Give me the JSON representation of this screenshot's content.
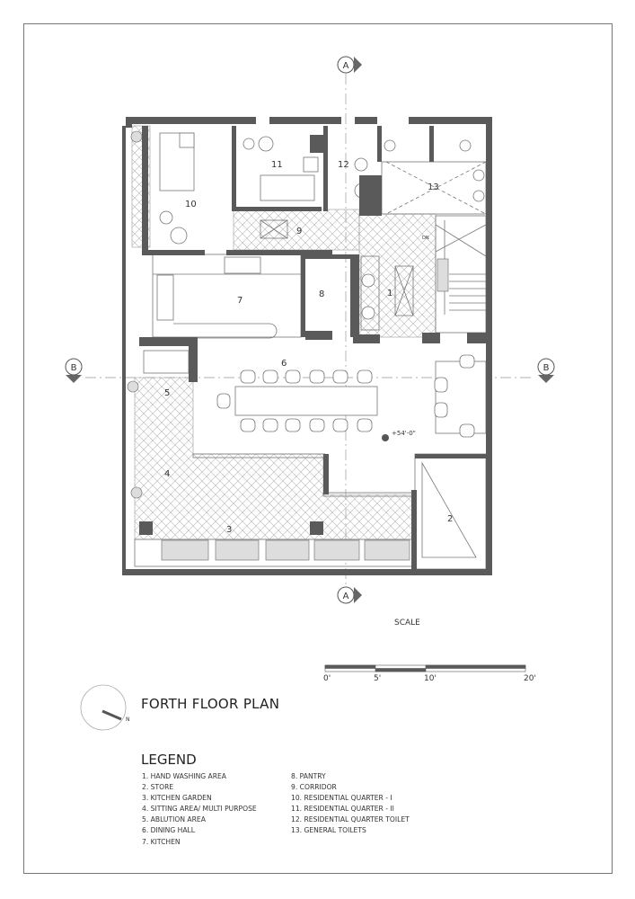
{
  "title": "FORTH FLOOR PLAN",
  "scale": {
    "label": "SCALE",
    "ticks": [
      "0'",
      "5'",
      "10'",
      "20'"
    ]
  },
  "north_label": "N",
  "section_markers": {
    "a": "A",
    "b": "B"
  },
  "level_marker": "+54'-0\"",
  "stair_label": "DN",
  "rooms": [
    "1",
    "2",
    "3",
    "4",
    "5",
    "6",
    "7",
    "8",
    "9",
    "10",
    "11",
    "12",
    "13"
  ],
  "legend": {
    "title": "LEGEND",
    "col1": [
      "1. HAND WASHING AREA",
      "2. STORE",
      "3. KITCHEN GARDEN",
      "4. SITTING AREA/ MULTI PURPOSE",
      "5. ABLUTION AREA",
      "6. DINING HALL",
      "7. KITCHEN"
    ],
    "col2": [
      "8. PANTRY",
      "9. CORRIDOR",
      "10. RESIDENTIAL QUARTER - I",
      "11. RESIDENTIAL QUARTER - II",
      "12. RESIDENTIAL QUARTER TOILET",
      "13. GENERAL TOILETS"
    ]
  },
  "colors": {
    "wall": "#5a5a5a",
    "line": "#888888",
    "hatch": "#b5b5b5"
  }
}
